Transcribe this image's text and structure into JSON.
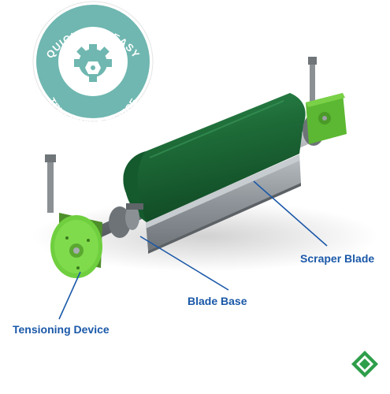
{
  "badge": {
    "top_text": "QUICK AND EASY",
    "bottom_text": "TENSIONING DEVICE",
    "icon": "gear-with-nut-icon"
  },
  "callouts": {
    "scraper_blade": "Scraper Blade",
    "blade_base": "Blade Base",
    "tensioning_device": "Tensioning Device"
  },
  "logo": {
    "icon": "diamond-brand-logo-icon"
  },
  "colors": {
    "label_blue": "#1a58a8",
    "blade_green": "#1e6b38",
    "device_green": "#6fcf3e",
    "badge_teal": "#6fb7b0",
    "metal_gray": "#9aa0a4"
  }
}
